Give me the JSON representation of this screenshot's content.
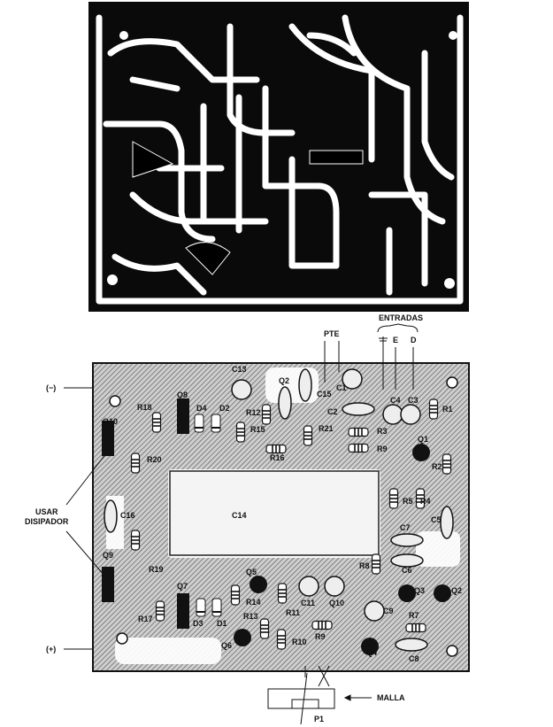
{
  "figure": {
    "inputs_label": "ENTRADAS",
    "pte_label": "PTE",
    "input_e": "E",
    "input_d": "D",
    "minus_label": "(−)",
    "plus_label": "(+)",
    "heatsink_label_1": "USAR",
    "heatsink_label_2": "DISIPADOR",
    "mesh_label": "MALLA",
    "pot_label": "P1"
  },
  "components": [
    "C13",
    "Q2",
    "C15",
    "C1",
    "C2",
    "C4",
    "C3",
    "R1",
    "Q8",
    "D4",
    "D2",
    "R18",
    "Q10",
    "R20",
    "R12",
    "R15",
    "R21",
    "R3",
    "R9",
    "Q1",
    "R2",
    "R16",
    "R5",
    "R4",
    "C5",
    "C16",
    "C14",
    "C7",
    "Q9",
    "R19",
    "R8",
    "C6",
    "Q7",
    "Q5",
    "R14",
    "C11",
    "Q10",
    "Q3",
    "Q2",
    "R11",
    "C9",
    "R7",
    "R17",
    "D3",
    "D1",
    "R13",
    "R10",
    "R9",
    "Q6",
    "Q4",
    "C8"
  ]
}
